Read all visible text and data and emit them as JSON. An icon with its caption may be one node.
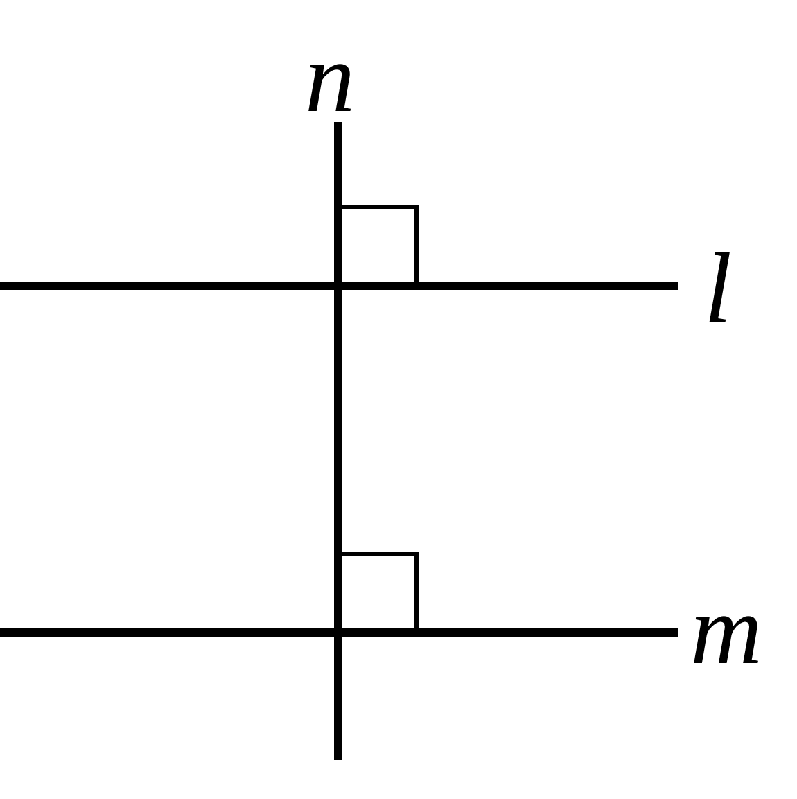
{
  "diagram": {
    "labels": [
      "n",
      "l",
      "m"
    ]
  }
}
